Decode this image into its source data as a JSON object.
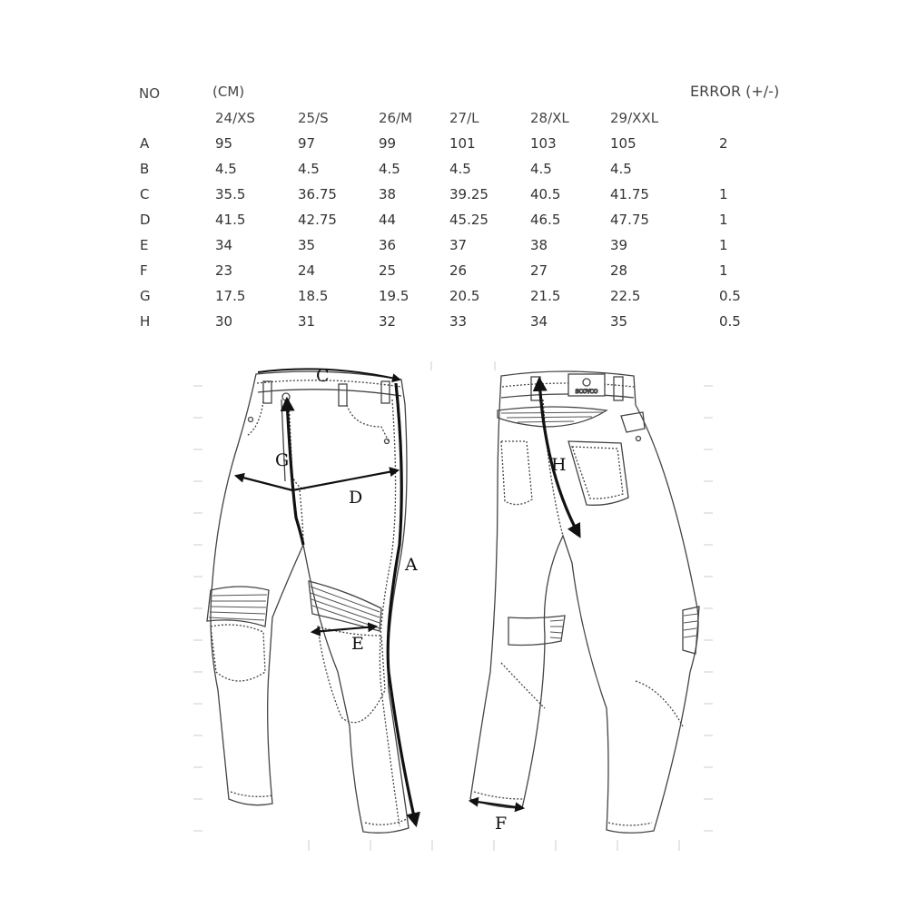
{
  "table": {
    "no_label": "NO",
    "unit_label": "(CM)",
    "error_label": "ERROR (+/-)",
    "sizes": [
      "24/XS",
      "25/S",
      "26/M",
      "27/L",
      "28/XL",
      "29/XXL"
    ],
    "rows": [
      {
        "no": "A",
        "values": [
          "95",
          "97",
          "99",
          "101",
          "103",
          "105"
        ],
        "error": "2"
      },
      {
        "no": "B",
        "values": [
          "4.5",
          "4.5",
          "4.5",
          "4.5",
          "4.5",
          "4.5"
        ],
        "error": ""
      },
      {
        "no": "C",
        "values": [
          "35.5",
          "36.75",
          "38",
          "39.25",
          "40.5",
          "41.75"
        ],
        "error": "1"
      },
      {
        "no": "D",
        "values": [
          "41.5",
          "42.75",
          "44",
          "45.25",
          "46.5",
          "47.75"
        ],
        "error": "1"
      },
      {
        "no": "E",
        "values": [
          "34",
          "35",
          "36",
          "37",
          "38",
          "39"
        ],
        "error": "1"
      },
      {
        "no": "F",
        "values": [
          "23",
          "24",
          "25",
          "26",
          "27",
          "28"
        ],
        "error": "1"
      },
      {
        "no": "G",
        "values": [
          "17.5",
          "18.5",
          "19.5",
          "20.5",
          "21.5",
          "22.5"
        ],
        "error": "0.5"
      },
      {
        "no": "H",
        "values": [
          "30",
          "31",
          "32",
          "33",
          "34",
          "35"
        ],
        "error": "0.5"
      }
    ]
  },
  "diagram": {
    "labels": {
      "A": "A",
      "C": "C",
      "D": "D",
      "E": "E",
      "F": "F",
      "G": "G",
      "H": "H"
    },
    "logo_text": "SCOYCO"
  }
}
